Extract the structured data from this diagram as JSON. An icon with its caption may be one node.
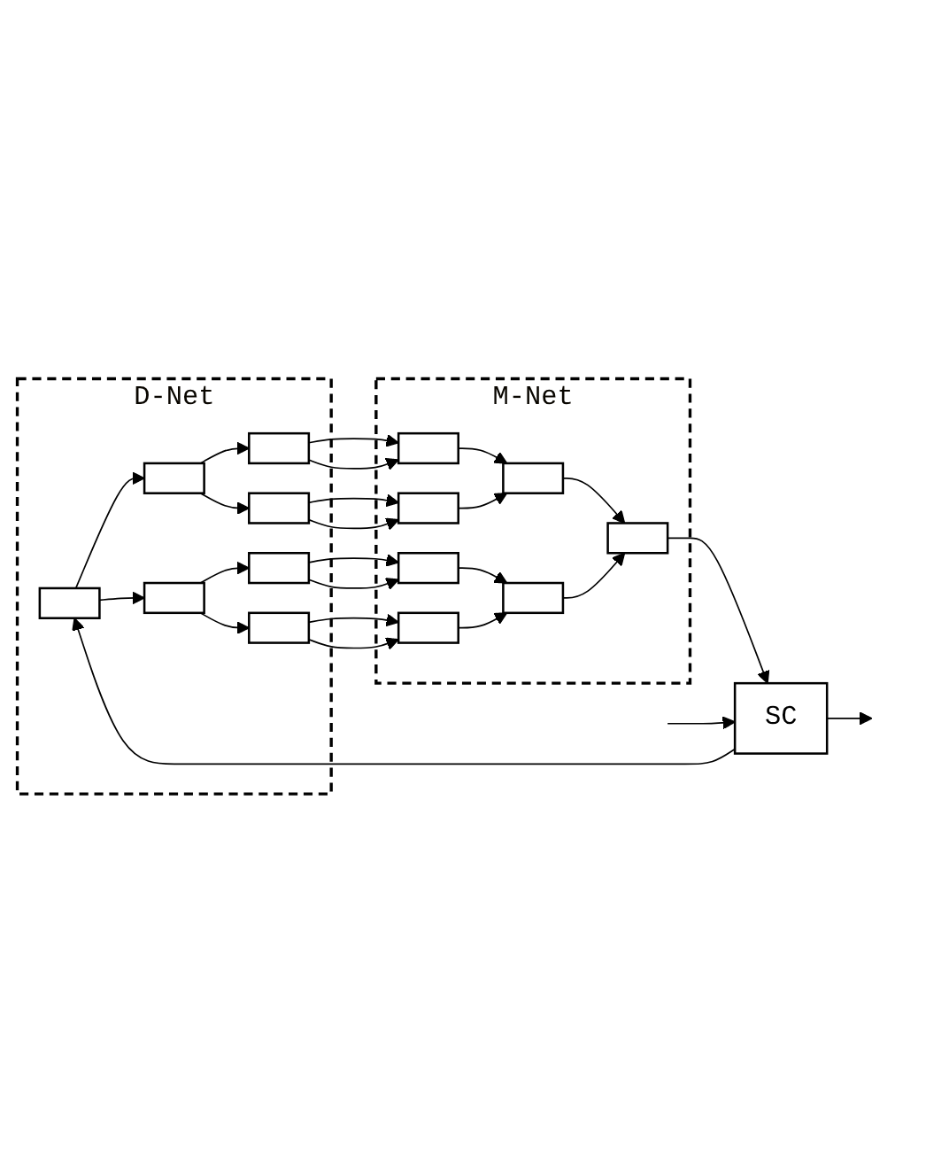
{
  "diagram": {
    "nodes": [
      {
        "text": [
          "D-Net"
        ]
      },
      {
        "text": [],
        "shape": "box",
        "in": 0
      },
      {
        "text": [],
        "shape": "box",
        "in": 0
      },
      {
        "text": [],
        "shape": "box",
        "in": 0
      },
      {
        "text": [],
        "shape": "box",
        "in": 0
      },
      {
        "text": [],
        "shape": "box",
        "in": 0
      },
      {
        "text": [],
        "shape": "box",
        "in": 0
      },
      {
        "text": [],
        "shape": "box",
        "in": 0
      },
      {
        "text": [
          "M-Net"
        ]
      },
      {
        "text": [],
        "shape": "box",
        "in": 8
      },
      {
        "text": [],
        "shape": "box",
        "in": 8
      },
      {
        "text": [],
        "shape": "box",
        "in": 8
      },
      {
        "text": [],
        "shape": "box",
        "in": 8
      },
      {
        "text": [],
        "shape": "box",
        "in": 8
      },
      {
        "text": [],
        "shape": "box",
        "in": 8
      },
      {
        "text": [],
        "shape": "box",
        "in": 8
      },
      {
        "text": [
          "SC"
        ]
      }
    ],
    "edges": [
      {
        "from": 1,
        "to": 2,
        "arrow": "to"
      },
      {
        "from": 1,
        "to": 3,
        "arrow": "to"
      },
      {
        "from": 2,
        "to": 4,
        "arrow": "to"
      },
      {
        "from": 2,
        "to": 5,
        "arrow": "to"
      },
      {
        "from": 3,
        "to": 6,
        "arrow": "to"
      },
      {
        "from": 3,
        "to": 7,
        "arrow": "to"
      },
      {
        "from": 4,
        "to": 9,
        "arrow": "to"
      },
      {
        "from": 4,
        "to": 9,
        "arrow": "to"
      },
      {
        "from": 5,
        "to": 10,
        "arrow": "to"
      },
      {
        "from": 5,
        "to": 10,
        "arrow": "to"
      },
      {
        "from": 6,
        "to": 11,
        "arrow": "to"
      },
      {
        "from": 6,
        "to": 11,
        "arrow": "to"
      },
      {
        "from": 7,
        "to": 12,
        "arrow": "to"
      },
      {
        "from": 7,
        "to": 12,
        "arrow": "to"
      },
      {
        "from": 9,
        "to": 13,
        "arrow": "to"
      },
      {
        "from": 10,
        "to": 13,
        "arrow": "to"
      },
      {
        "from": 11,
        "to": 14,
        "arrow": "to"
      },
      {
        "from": 12,
        "to": 14,
        "arrow": "to"
      },
      {
        "from": 13,
        "to": 15,
        "arrow": "to"
      },
      {
        "from": 14,
        "to": 15,
        "arrow": "to"
      },
      {
        "from": 15,
        "to": 16,
        "arrow": "to"
      },
      {
        "from": 16,
        "to": 1,
        "arrow": "to"
      },
      {
        "from": 16,
        "to": null,
        "arrow": "to"
      },
      {
        "from": null,
        "to": 16,
        "arrow": "to"
      }
    ]
  }
}
